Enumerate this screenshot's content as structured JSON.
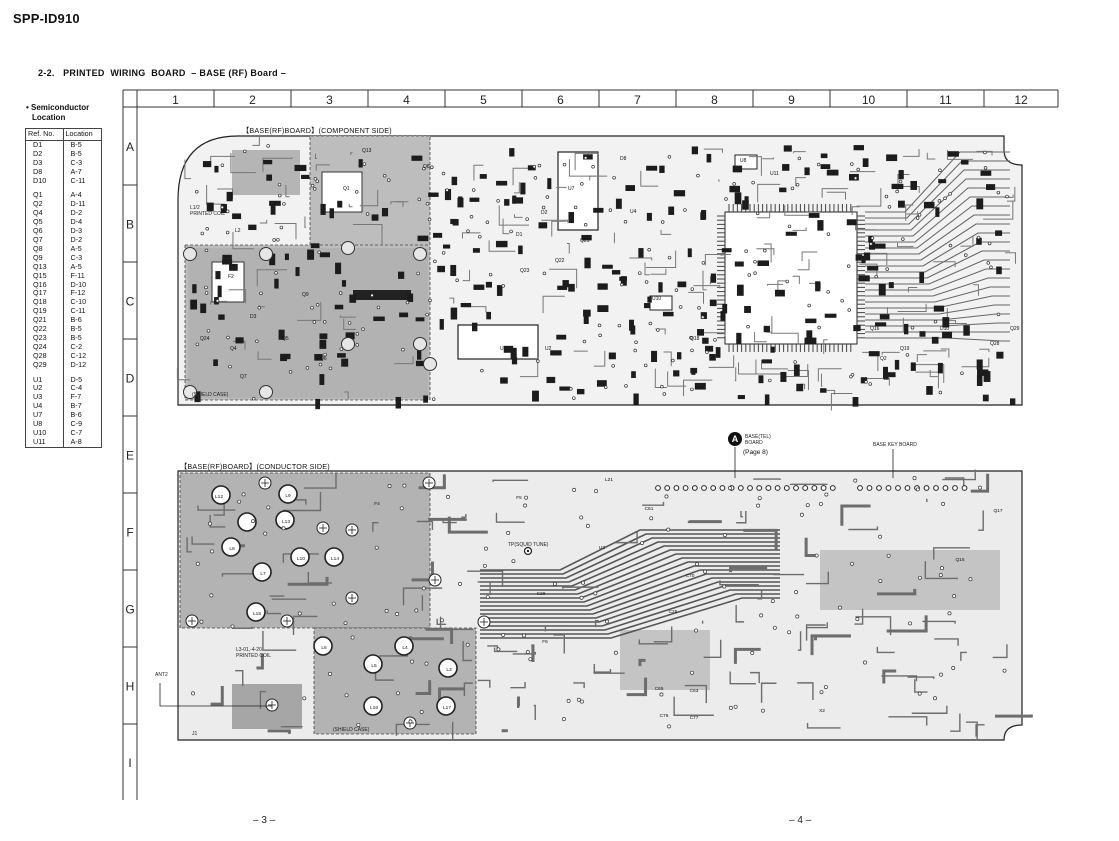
{
  "header": {
    "model": "SPP-ID910",
    "section_title": "2-2.   PRINTED  WIRING  BOARD  – BASE (RF) Board –"
  },
  "semiconductor_location": {
    "title_line1": "• Semiconductor",
    "title_line2": "Location",
    "col_ref": "Ref. No.",
    "col_loc": "Location",
    "diodes": [
      [
        "D1",
        "B-5"
      ],
      [
        "D2",
        "B-5"
      ],
      [
        "D3",
        "C-3"
      ],
      [
        "D8",
        "A-7"
      ],
      [
        "D10",
        "C-11"
      ]
    ],
    "transistors": [
      [
        "Q1",
        "A-4"
      ],
      [
        "Q2",
        "D-11"
      ],
      [
        "Q4",
        "D-2"
      ],
      [
        "Q5",
        "D-4"
      ],
      [
        "Q6",
        "D-3"
      ],
      [
        "Q7",
        "D-2"
      ],
      [
        "Q8",
        "A-5"
      ],
      [
        "Q9",
        "C-3"
      ],
      [
        "Q13",
        "A-5"
      ],
      [
        "Q15",
        "F-11"
      ],
      [
        "Q16",
        "D-10"
      ],
      [
        "Q17",
        "F-12"
      ],
      [
        "Q18",
        "C-10"
      ],
      [
        "Q19",
        "C-11"
      ],
      [
        "Q21",
        "B-6"
      ],
      [
        "Q22",
        "B-5"
      ],
      [
        "Q23",
        "B-5"
      ],
      [
        "Q24",
        "C-2"
      ],
      [
        "Q28",
        "C-12"
      ],
      [
        "Q29",
        "D-12"
      ]
    ],
    "ics": [
      [
        "U1",
        "D-5"
      ],
      [
        "U2",
        "C-4"
      ],
      [
        "U3",
        "F-7"
      ],
      [
        "U4",
        "B-7"
      ],
      [
        "U7",
        "B-6"
      ],
      [
        "U8",
        "C-9"
      ],
      [
        "U10",
        "C-7"
      ],
      [
        "U11",
        "A-8"
      ]
    ]
  },
  "grid": {
    "columns": [
      "1",
      "2",
      "3",
      "4",
      "5",
      "6",
      "7",
      "8",
      "9",
      "10",
      "11",
      "12"
    ],
    "rows": [
      "A",
      "B",
      "C",
      "D",
      "E",
      "F",
      "G",
      "H",
      "I"
    ]
  },
  "component_side": {
    "title": "【BASE(RF)BOARD】(COMPONENT SIDE)",
    "printed_coil": "L1/2\nPRINTED COIL",
    "shield_case": "(SHIELD CASE)",
    "part_labels": [
      "U7",
      "U4",
      "U8",
      "D2",
      "D1",
      "Q13",
      "Q8",
      "Q1",
      "Q5",
      "Q4",
      "Q6",
      "Q7",
      "Q9",
      "D3",
      "Q21",
      "Q22",
      "Q23",
      "D8",
      "U10",
      "Q18",
      "Q16",
      "Q19",
      "D10",
      "Q28",
      "Q29",
      "Q2",
      "Q24",
      "U2",
      "U1",
      "U11",
      "F2",
      "L1",
      "L2"
    ]
  },
  "conductor_side": {
    "title": "【BASE(RF)BOARD】(CONDUCTOR SIDE)",
    "printed_coil": "L3-01,-4-20\nPRINTED COIL",
    "shield_case": "(SHIELD CASE)",
    "tp_label": "TP(SQUID TUNE)",
    "ant_label": "ANT2",
    "j_label": "J1",
    "connector_badge": "A",
    "connector_text": "BASE(TEL)\nBOARD",
    "connector_page": "(Page 8)",
    "key_board_text": "BASE KEY BOARD",
    "part_labels": [
      "L12",
      "L9",
      "L13",
      "L8",
      "L7",
      "L10",
      "L14",
      "L15",
      "L6",
      "L5",
      "L4",
      "L3",
      "L16",
      "L17",
      "F4",
      "F5",
      "F6",
      "U3",
      "Q15",
      "Q17",
      "X2",
      "C25",
      "C29",
      "C76",
      "C77",
      "C61",
      "C63",
      "C65",
      "C70",
      "L21"
    ]
  },
  "footer": {
    "left": "– 3 –",
    "right": "– 4 –"
  }
}
